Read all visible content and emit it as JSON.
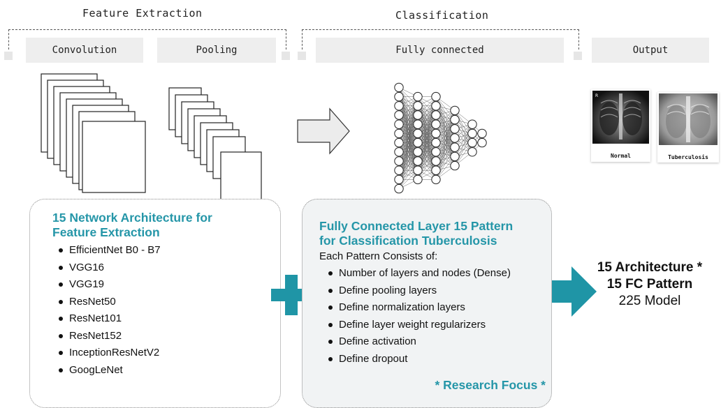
{
  "stages": {
    "feature_extraction": "Feature Extraction",
    "classification": "Classification"
  },
  "steps": {
    "convolution": "Convolution",
    "pooling": "Pooling",
    "fully_connected": "Fully connected",
    "output": "Output"
  },
  "output_images": [
    {
      "label": "Normal"
    },
    {
      "label": "Tuberculosis"
    }
  ],
  "left_panel": {
    "title_line1": "15 Network Architecture for",
    "title_line2": "Feature Extraction",
    "items": [
      "EfficientNet B0 - B7",
      "VGG16",
      "VGG19",
      "ResNet50",
      "ResNet101",
      "ResNet152",
      "InceptionResNetV2",
      "GoogLeNet"
    ]
  },
  "right_panel": {
    "title_line1": "Fully Connected Layer 15 Pattern",
    "title_line2": "for Classification Tuberculosis",
    "subtitle": "Each Pattern Consists of:",
    "items": [
      "Number of layers and nodes (Dense)",
      "Define pooling layers",
      "Define normalization layers",
      "Define layer weight regularizers",
      "Define activation",
      "Define dropout"
    ],
    "focus": "* Research Focus *"
  },
  "result": {
    "line1": "15 Architecture *",
    "line2": "15 FC Pattern",
    "line3": "225 Model"
  },
  "colors": {
    "accent": "#2596a8"
  }
}
